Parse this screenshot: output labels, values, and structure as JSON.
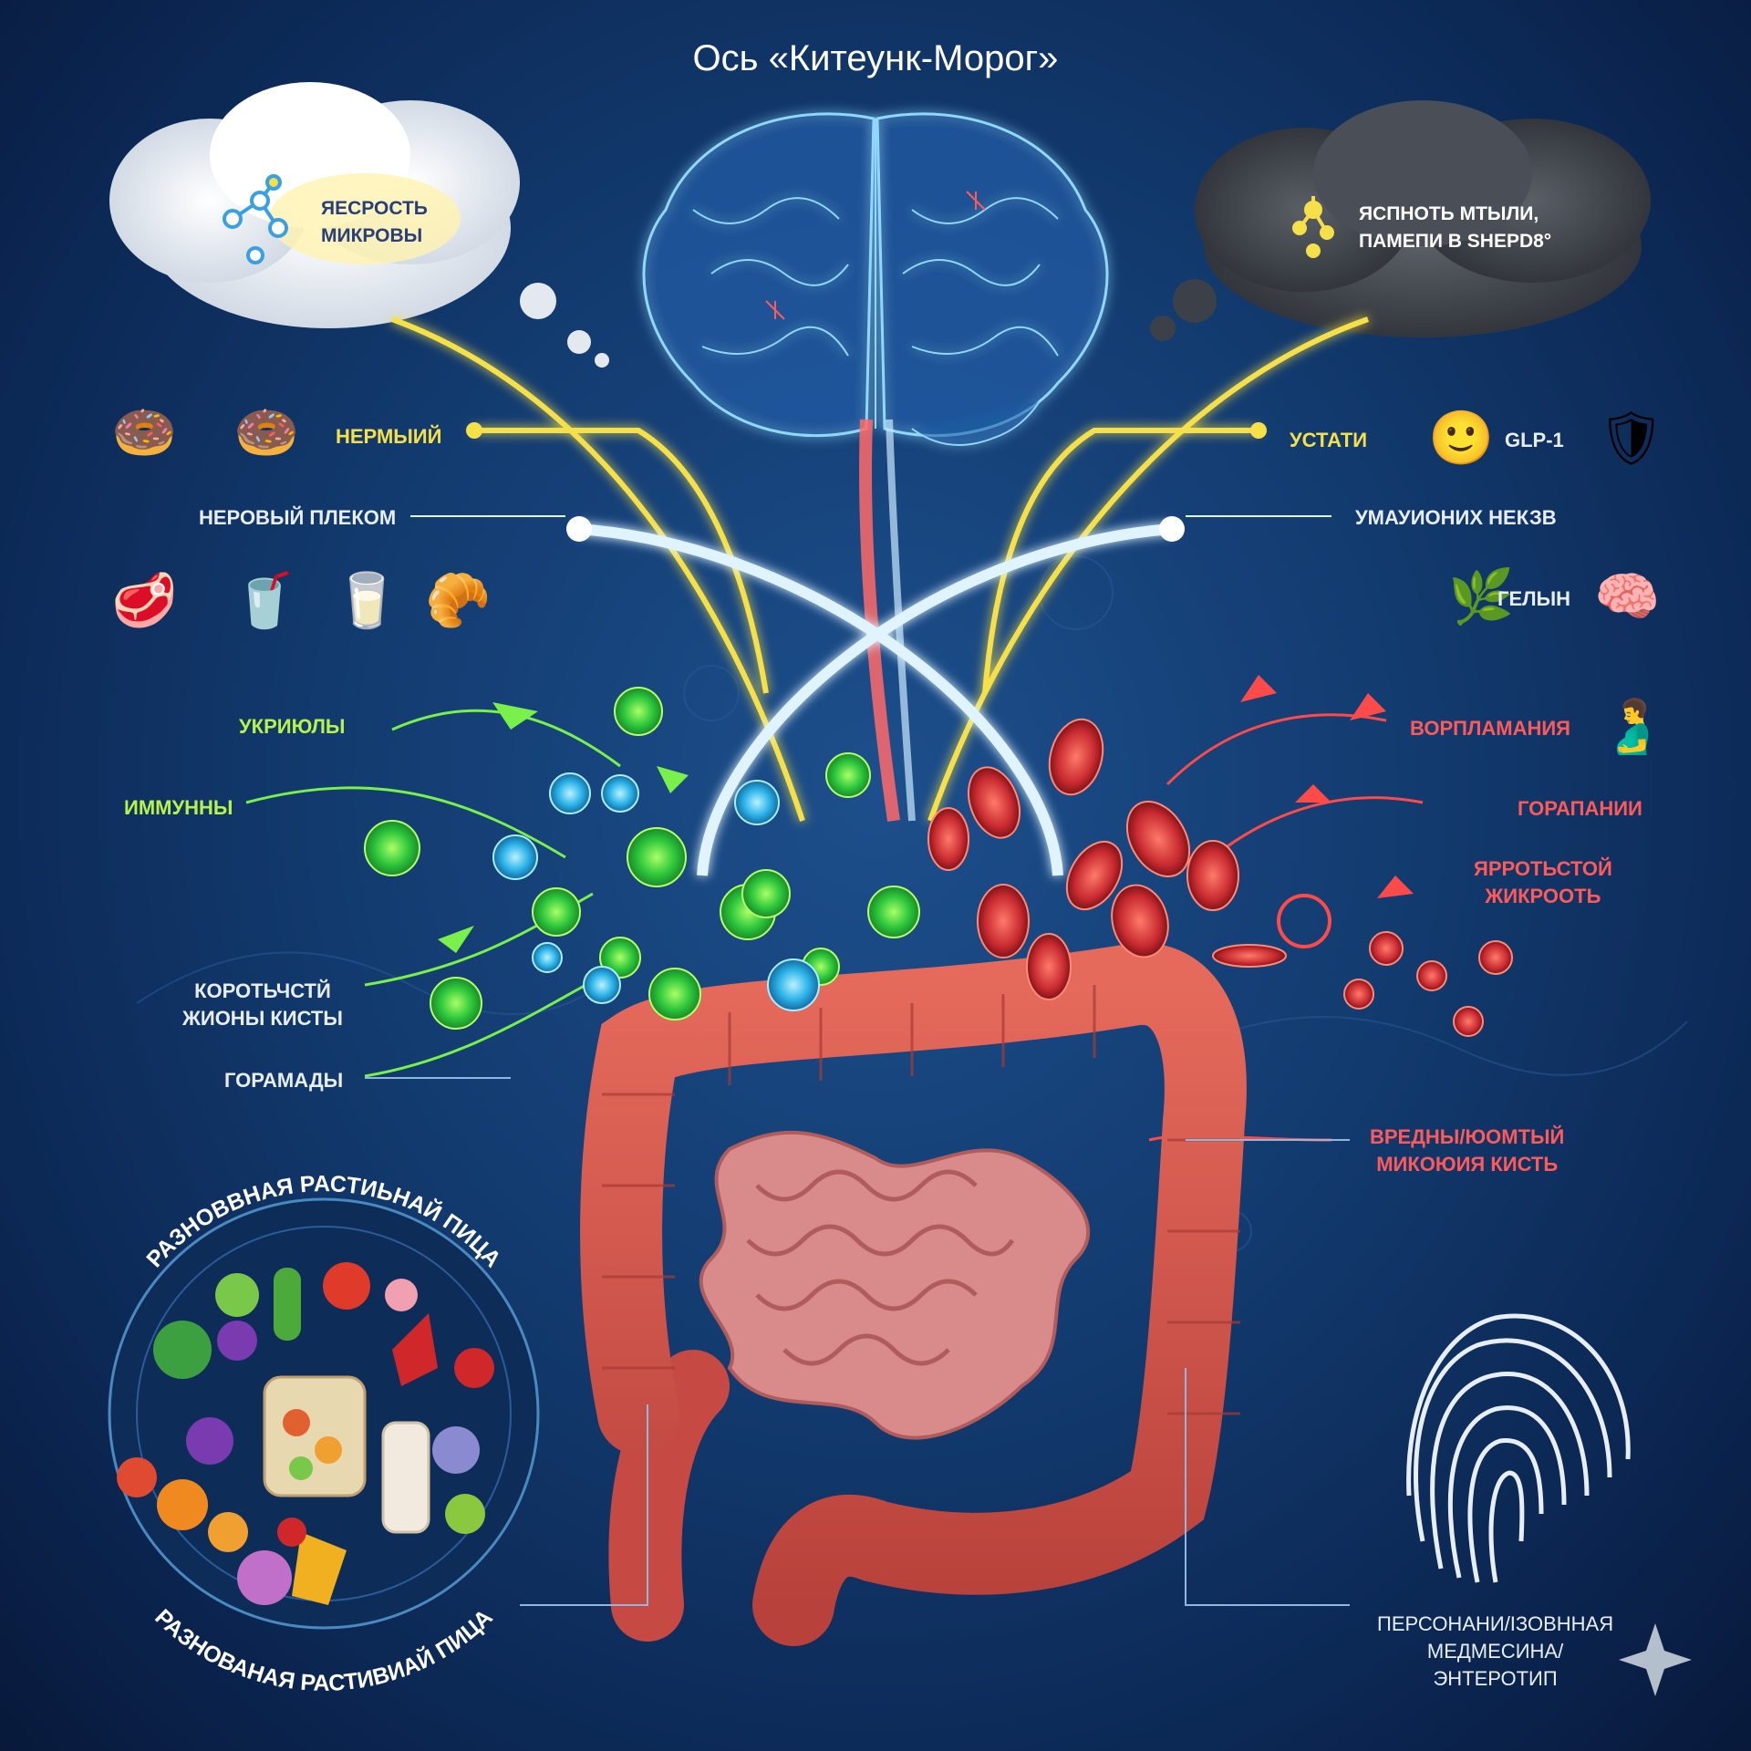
{
  "title": "Ось «Китеунк-Морог»",
  "clouds": {
    "left": {
      "line1": "ЯЕСРОСТЬ",
      "line2": "МИКРОВЫ"
    },
    "right": {
      "line1": "ЯСПНОТЬ МТЫЛИ,",
      "line2": "ПАМЕПИ В SHEPD8°"
    }
  },
  "left_labels": {
    "nermy": "НЕРМЫИЙ",
    "nervous": "НЕРОВЫЙ ПЛЕКОМ",
    "ukri": "УКРИЮЛЫ",
    "immune": "ИММУННЫ",
    "short_line1": "КОРОТЬЧСТЙ",
    "short_line2": "ЖИОНЫ КИСТЫ",
    "hormones": "ГОРАМАДЫ"
  },
  "right_labels": {
    "ustati": "УСТАТИ",
    "glp": "GLP-1",
    "umay": "УМАУИОНИХ НЕКЗВ",
    "gelin": "ГЕЛЫН",
    "inflammation": "ВОРПЛАМАНИЯ",
    "gorapanii": "ГОРАПАНИИ",
    "yarrost_line1": "ЯРРОТЬСТОЙ",
    "yarrost_line2": "ЖИКРООТЬ",
    "harmful_line1": "ВРЕДНЫ/ЮОМТЫЙ",
    "harmful_line2": "МИКОЮИЯ КИСТЬ"
  },
  "plate": {
    "top_text": "РАЗНОВВНАЯ РАСТИЬНАЙ ПИЦА",
    "bottom_text": "РАЗНОВАНАЯ РАСТИВИАЙ ПИЦА"
  },
  "personal": {
    "line1": "ПЕРСОНАНИ/ІЗОВННАЯ",
    "line2": "МЕДМЕСИНА/",
    "line3": "ЭНТЕРОТИП"
  },
  "colors": {
    "background": "#123a6e",
    "yellow_axis": "#f5e04a",
    "nerve_white": "#dff4ff",
    "green_microbes": "#39d64a",
    "red_microbes": "#d8343a",
    "intestine": "#d9574d"
  },
  "icons": {
    "donut": "🍩",
    "donut2": "🍩",
    "meat": "🥩",
    "soda": "🥤",
    "milk": "🥛",
    "snack": "🥐",
    "smile": "🙂",
    "shield": "🛡",
    "leaf": "🌿",
    "brain2": "🧠",
    "stomach": "🫃"
  }
}
